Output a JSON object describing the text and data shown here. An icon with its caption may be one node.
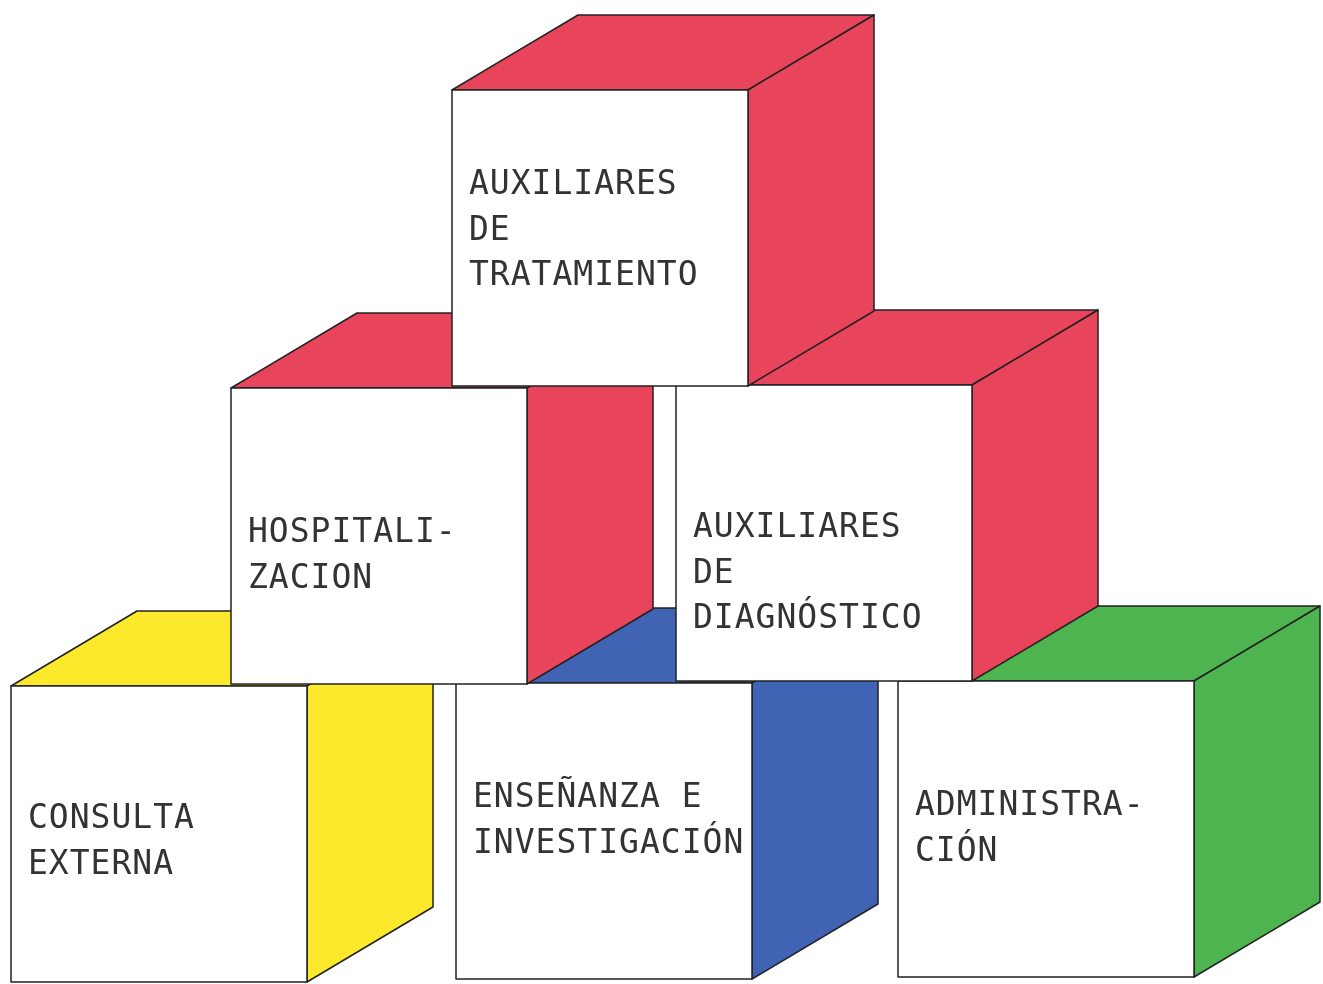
{
  "diagram": {
    "nodes": [
      {
        "text": [
          "AUXILIARES DE TRATAMIENTO"
        ]
      },
      {
        "text": [
          "HOSPITALI- ZACION"
        ]
      },
      {
        "text": [
          "AUXILIARES DE DIAGNÓSTICO"
        ]
      },
      {
        "text": [
          "CONSULTA EXTERNA"
        ]
      },
      {
        "text": [
          "ENSEÑANZA E INVESTIGACIÓN"
        ]
      },
      {
        "text": [
          "ADMINISTRA- CIÓN"
        ]
      }
    ]
  }
}
